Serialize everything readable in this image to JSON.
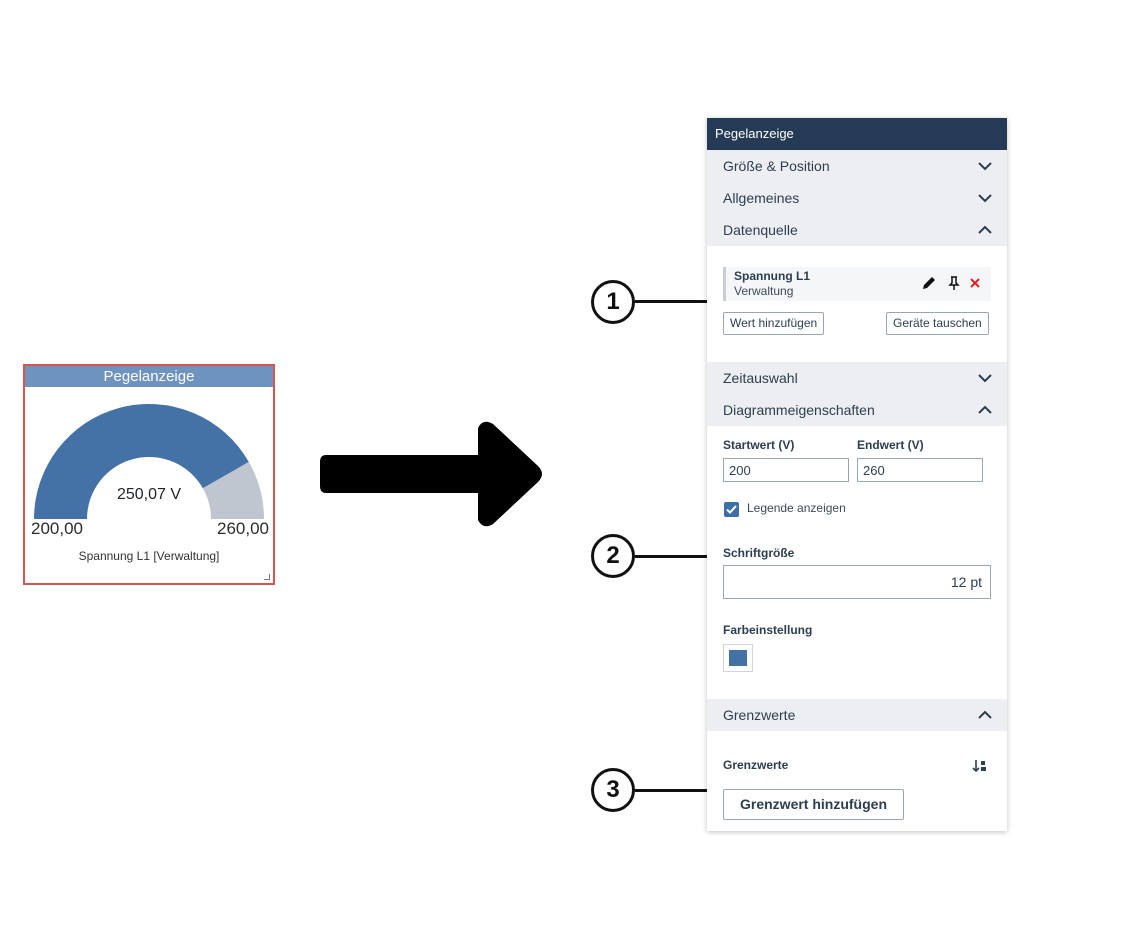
{
  "widget": {
    "title": "Pegelanzeige",
    "value_label": "250,07 V",
    "min_label": "200,00",
    "max_label": "260,00",
    "legend": "Spannung L1  [Verwaltung]",
    "min": 200,
    "max": 260,
    "value": 250.07,
    "fill_color": "#4472a6",
    "track_color": "#c0c6cf"
  },
  "callouts": [
    "1",
    "2",
    "3"
  ],
  "panel": {
    "title": "Pegelanzeige",
    "sections": {
      "size_position": "Größe & Position",
      "general": "Allgemeines",
      "datasource": "Datenquelle",
      "time": "Zeitauswahl",
      "chart_props": "Diagrammeigenschaften",
      "limits": "Grenzwerte"
    },
    "datasource": {
      "name": "Spannung L1",
      "location": "Verwaltung",
      "add_value": "Wert hinzufügen",
      "swap_devices": "Geräte tauschen"
    },
    "chart_props": {
      "start_label": "Startwert (V)",
      "start_value": "200",
      "end_label": "Endwert (V)",
      "end_value": "260",
      "legend_checkbox": "Legende anzeigen",
      "font_size_label": "Schriftgröße",
      "font_size_value": "12 pt",
      "color_label": "Farbeinstellung",
      "color": "#4472a6"
    },
    "limits": {
      "label": "Grenzwerte",
      "add_button": "Grenzwert hinzufügen"
    }
  }
}
